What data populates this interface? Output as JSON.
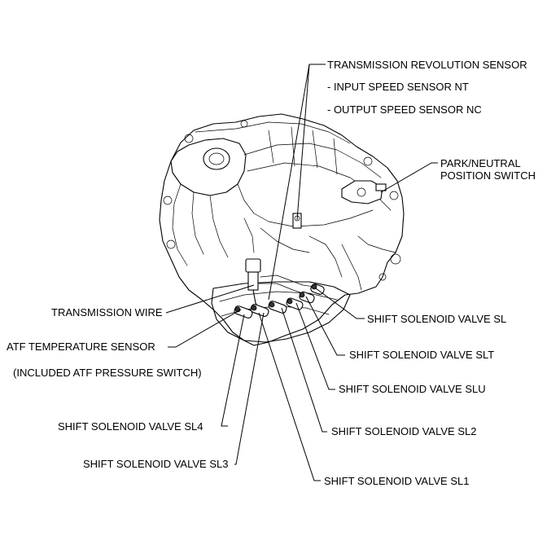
{
  "labels": {
    "revolution_sensor": "TRANSMISSION REVOLUTION SENSOR",
    "input_speed_sensor": "- INPUT SPEED SENSOR NT",
    "output_speed_sensor": "- OUTPUT SPEED SENSOR NC",
    "park_neutral_line1": "PARK/NEUTRAL",
    "park_neutral_line2": "POSITION SWITCH",
    "transmission_wire": "TRANSMISSION WIRE",
    "atf_temperature_sensor": "ATF TEMPERATURE SENSOR",
    "atf_pressure_switch": "(INCLUDED ATF PRESSURE SWITCH)",
    "shift_solenoid_sl": "SHIFT SOLENOID VALVE SL",
    "shift_solenoid_slt": "SHIFT SOLENOID VALVE SLT",
    "shift_solenoid_slu": "SHIFT SOLENOID VALVE SLU",
    "shift_solenoid_sl2": "SHIFT SOLENOID VALVE SL2",
    "shift_solenoid_sl1": "SHIFT SOLENOID VALVE SL1",
    "shift_solenoid_sl4": "SHIFT SOLENOID VALVE SL4",
    "shift_solenoid_sl3": "SHIFT SOLENOID VALVE SL3"
  }
}
